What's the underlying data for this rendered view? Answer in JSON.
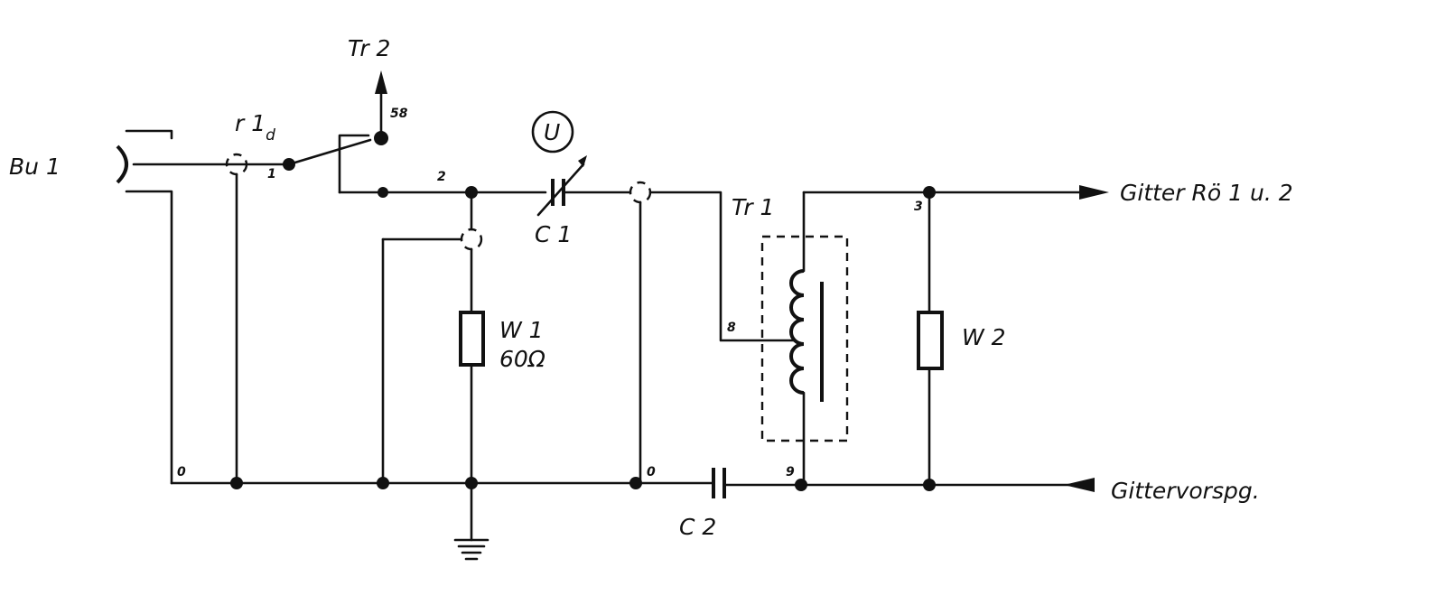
{
  "labels": {
    "bu1": "Bu 1",
    "r1d_main": "r 1",
    "r1d_sub": "d",
    "tr2": "Tr 2",
    "u": "U",
    "c1": "C 1",
    "tr1": "Tr 1",
    "w1": "W 1",
    "w1_value": "60Ω",
    "w2": "W 2",
    "c2": "C 2",
    "gitter": "Gitter Rö 1 u. 2",
    "gittervorspg": "Gittervorspg."
  },
  "node_numbers": {
    "n1": "1",
    "n2": "2",
    "n3": "3",
    "n58": "58",
    "n8": "8",
    "n9": "9",
    "n0_left": "0",
    "n0_mid": "0"
  }
}
